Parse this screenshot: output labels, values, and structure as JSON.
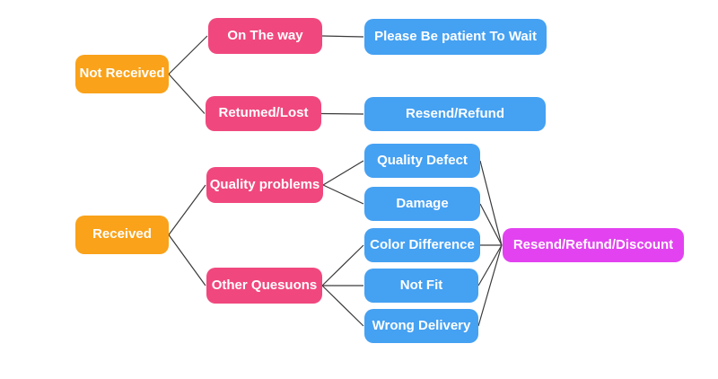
{
  "diagram": {
    "title": "after-sales decision flowchart",
    "background": "#ffffff"
  },
  "colors": {
    "level1": "#F9A21A",
    "level2": "#F0487E",
    "level3": "#45A1F2",
    "level4": "#E242F0",
    "text": "#ffffff",
    "line": "#3a3a3a"
  },
  "nodes": [
    {
      "id": "not-received",
      "label": "Not Received",
      "role": "level1"
    },
    {
      "id": "on-the-way",
      "label": "On The way",
      "role": "level2"
    },
    {
      "id": "please-wait",
      "label": "Please Be patient To Wait",
      "role": "level3"
    },
    {
      "id": "returned-lost",
      "label": "Retumed/Lost",
      "role": "level2"
    },
    {
      "id": "resend-refund",
      "label": "Resend/Refund",
      "role": "level3"
    },
    {
      "id": "received",
      "label": "Received",
      "role": "level1"
    },
    {
      "id": "quality-problems",
      "label": "Quality problems",
      "role": "level2"
    },
    {
      "id": "quality-defect",
      "label": "Quality Defect",
      "role": "level3"
    },
    {
      "id": "damage",
      "label": "Damage",
      "role": "level3"
    },
    {
      "id": "other-questions",
      "label": "Other Quesuons",
      "role": "level2"
    },
    {
      "id": "color-difference",
      "label": "Color Difference",
      "role": "level3"
    },
    {
      "id": "not-fit",
      "label": "Not Fit",
      "role": "level3"
    },
    {
      "id": "wrong-delivery",
      "label": "Wrong Delivery",
      "role": "level3"
    },
    {
      "id": "resend-refund-discount",
      "label": "Resend/Refund/Discount",
      "role": "level4"
    }
  ],
  "edges": [
    {
      "from": "not-received",
      "to": "on-the-way"
    },
    {
      "from": "not-received",
      "to": "returned-lost"
    },
    {
      "from": "on-the-way",
      "to": "please-wait"
    },
    {
      "from": "returned-lost",
      "to": "resend-refund"
    },
    {
      "from": "received",
      "to": "quality-problems"
    },
    {
      "from": "received",
      "to": "other-questions"
    },
    {
      "from": "quality-problems",
      "to": "quality-defect"
    },
    {
      "from": "quality-problems",
      "to": "damage"
    },
    {
      "from": "other-questions",
      "to": "color-difference"
    },
    {
      "from": "other-questions",
      "to": "not-fit"
    },
    {
      "from": "other-questions",
      "to": "wrong-delivery"
    },
    {
      "from": "quality-defect",
      "to": "resend-refund-discount"
    },
    {
      "from": "damage",
      "to": "resend-refund-discount"
    },
    {
      "from": "color-difference",
      "to": "resend-refund-discount"
    },
    {
      "from": "not-fit",
      "to": "resend-refund-discount"
    },
    {
      "from": "wrong-delivery",
      "to": "resend-refund-discount"
    }
  ]
}
